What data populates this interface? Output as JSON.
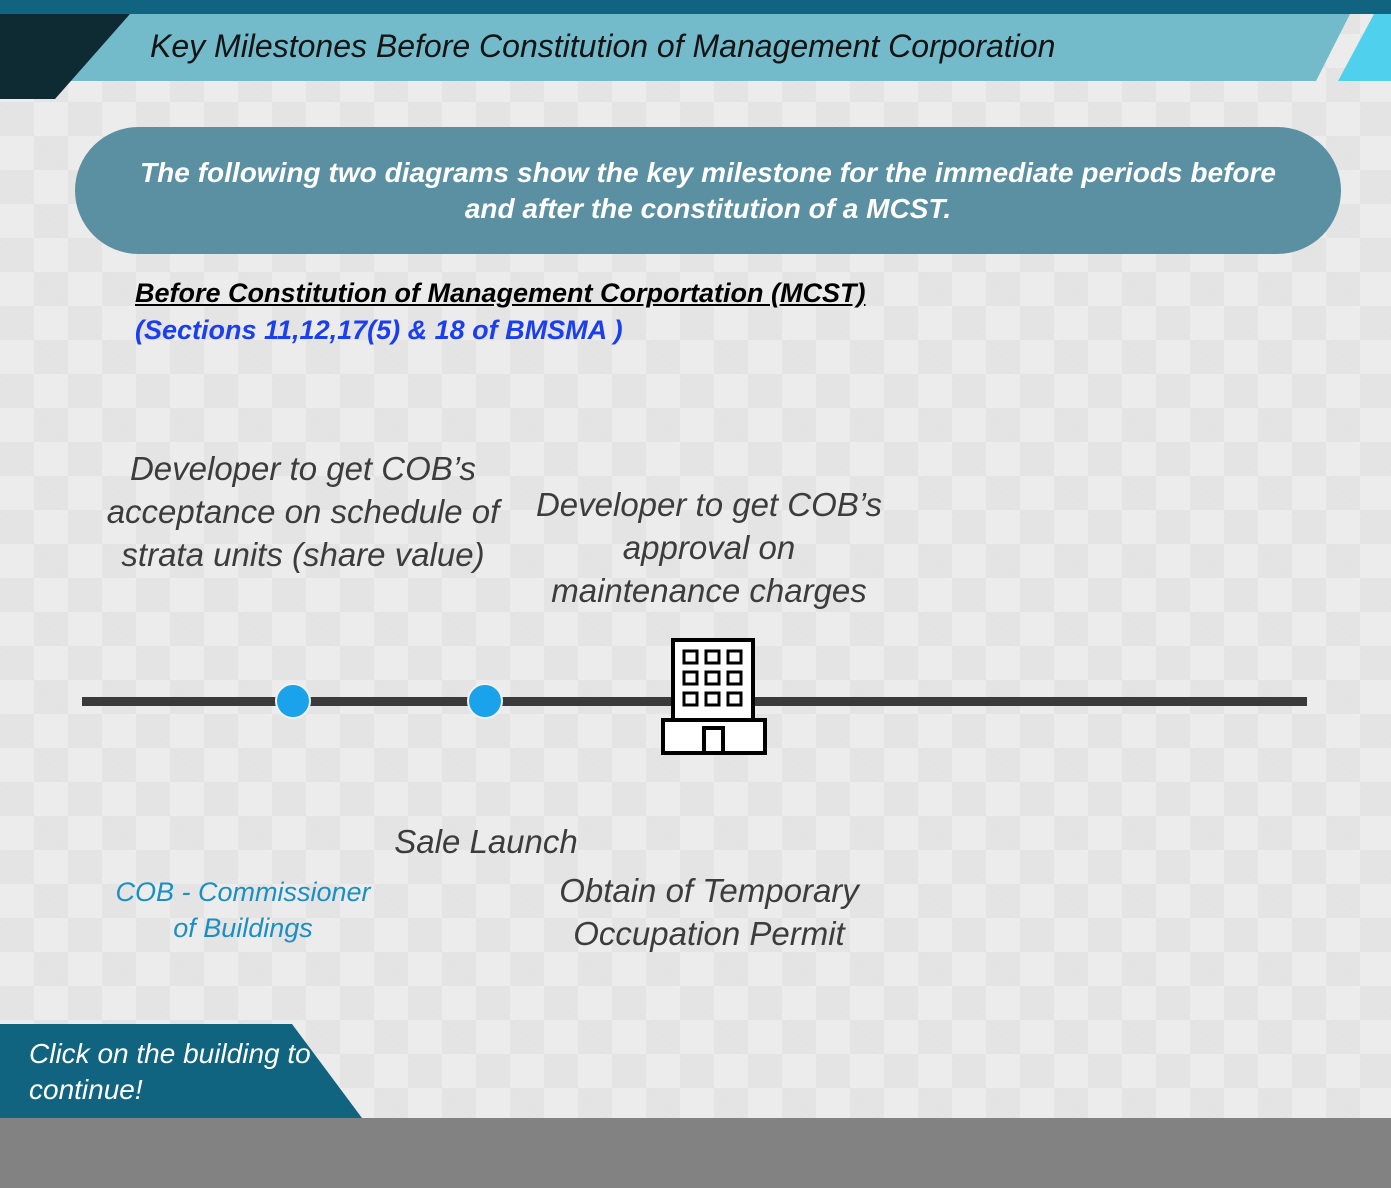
{
  "header": {
    "title": "Key Milestones Before Constitution of Management Corporation"
  },
  "intro": {
    "text": "The following two diagrams show the key milestone for the immediate periods before and after the constitution of a MCST."
  },
  "section": {
    "title": "Before Constitution of Management Corportation (MCST)",
    "subtitle": "(Sections 11,12,17(5) & 18 of BMSMA )"
  },
  "milestones": {
    "above": [
      "Developer to get COB’s acceptance on schedule of strata units (share value)",
      "Developer to get COB’s approval on maintenance charges"
    ],
    "below": [
      "Sale Launch",
      "Obtain of Temporary Occupation Permit"
    ]
  },
  "note": {
    "cob": "COB - Commissioner of Buildings"
  },
  "cta": {
    "text": "Click on the building to continue!"
  },
  "colors": {
    "brand_dark": "#10647f",
    "header_light": "#73bacb",
    "accent": "#4fd1ee",
    "intro_box": "#5a90a1",
    "dot": "#1aa2ea",
    "section_blue": "#1a3ef0",
    "note_blue": "#1b8fc4"
  },
  "icons": {
    "building": "building-icon"
  }
}
